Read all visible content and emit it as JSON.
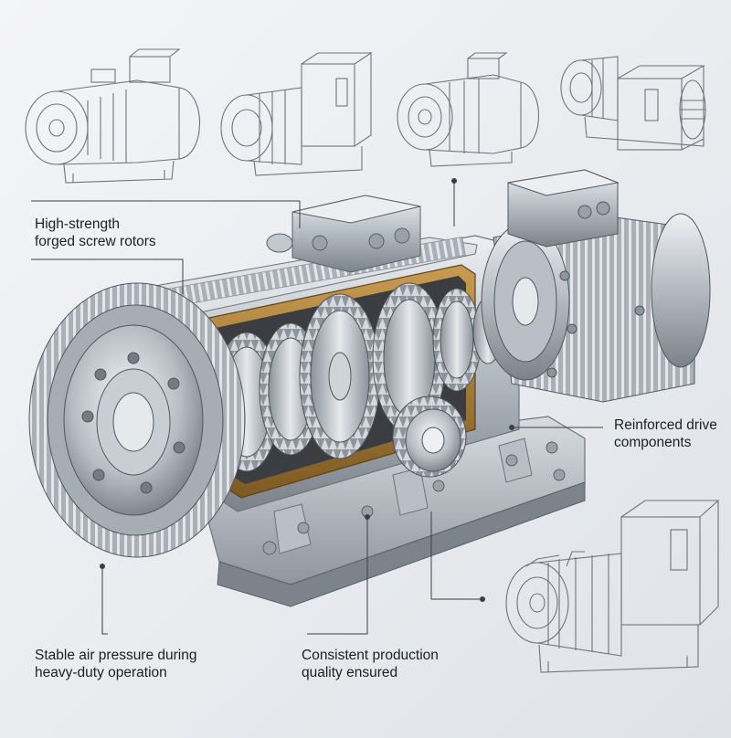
{
  "callouts": {
    "rotors": {
      "line1": "High-strength",
      "line2": "forged screw rotors"
    },
    "drive": {
      "line1": "Reinforced drive",
      "line2": "components"
    },
    "pressure": {
      "line1": "Stable air pressure during",
      "line2": "heavy-duty operation"
    },
    "quality": {
      "line1": "Consistent production",
      "line2": "quality ensured"
    }
  },
  "colors": {
    "steel_light": "#d9dde2",
    "steel_mid": "#a9b0b8",
    "steel_dark": "#6d747c",
    "casing_bronze": "#a87f3e",
    "sketch_line": "#6f747a",
    "leader_line": "#3b3f45"
  },
  "icons": [
    "gearbox-cutaway-illustration",
    "motor-sketch-icon",
    "cooling-fan-icon",
    "terminal-box-icon"
  ]
}
